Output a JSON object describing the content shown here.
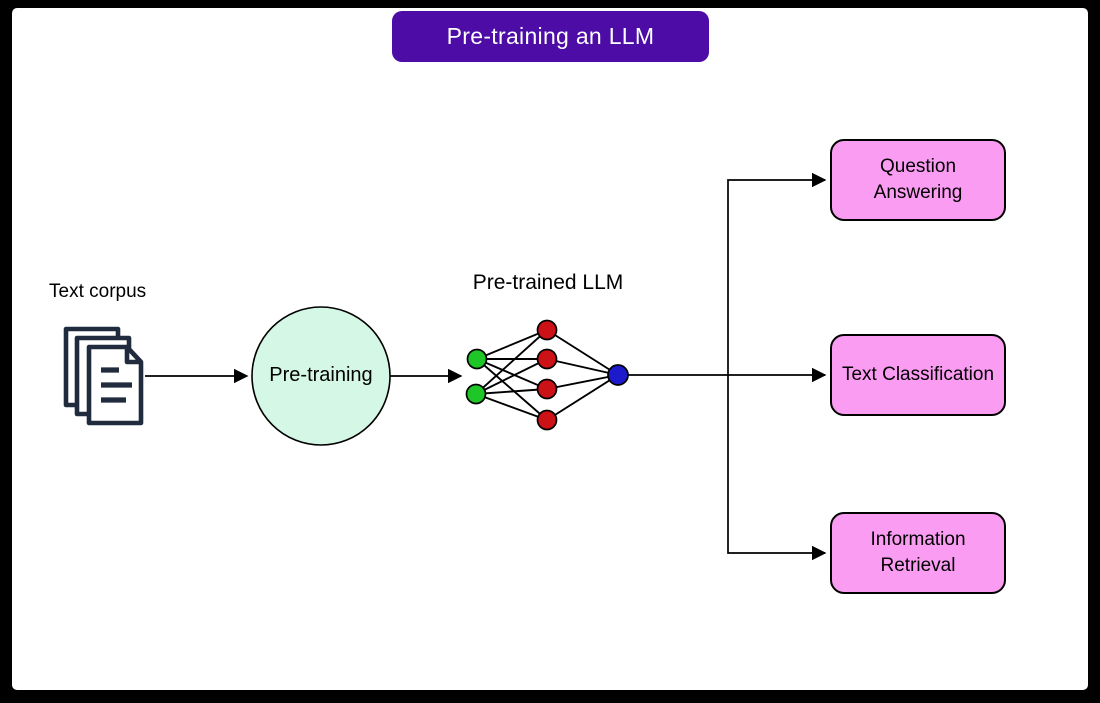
{
  "diagram": {
    "title": "Pre-training an LLM",
    "input": {
      "label": "Text corpus",
      "icon": "document-stack-icon"
    },
    "process": {
      "label": "Pre-training",
      "shape": "circle"
    },
    "model": {
      "label": "Pre-trained LLM",
      "icon": "neural-network-icon",
      "input_nodes": 2,
      "hidden_nodes": 4,
      "output_nodes": 1
    },
    "outputs": [
      {
        "label": "Question Answering"
      },
      {
        "label": "Text Classification"
      },
      {
        "label": "Information Retrieval"
      }
    ]
  },
  "colors": {
    "frame": "#000000",
    "canvas": "#FFFFFF",
    "title_bg": "#4C0CA5",
    "title_text": "#FFFFFF",
    "process_fill": "#D5F7E5",
    "output_box_fill": "#FB9CF3",
    "input_node": "#1FC627",
    "hidden_node": "#CC1216",
    "output_node": "#1C1ACB",
    "icon_stroke": "#202B3E",
    "line": "#000000"
  }
}
